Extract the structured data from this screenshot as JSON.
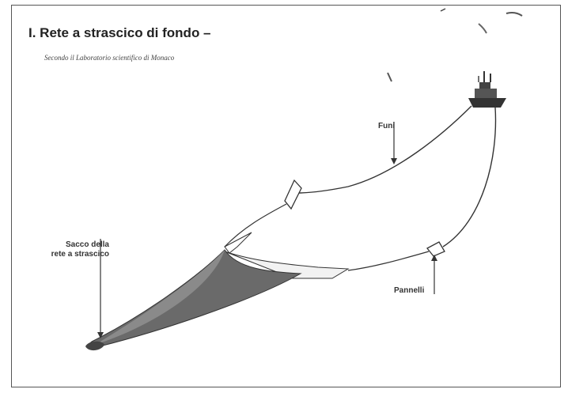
{
  "figure": {
    "title": "I. Rete a strascico di fondo –",
    "subtitle": "Secondo il Laboratorio scientifico di Monaco",
    "labels": {
      "funi": "Funi",
      "sacco_line1": "Sacco della",
      "sacco_line2": "rete a strascico",
      "pannelli": "Pannelli"
    }
  },
  "colors": {
    "line": "#333333",
    "net_dark": "#5f5f5f",
    "net_mid": "#8a8a8a",
    "frame": "#555555"
  }
}
